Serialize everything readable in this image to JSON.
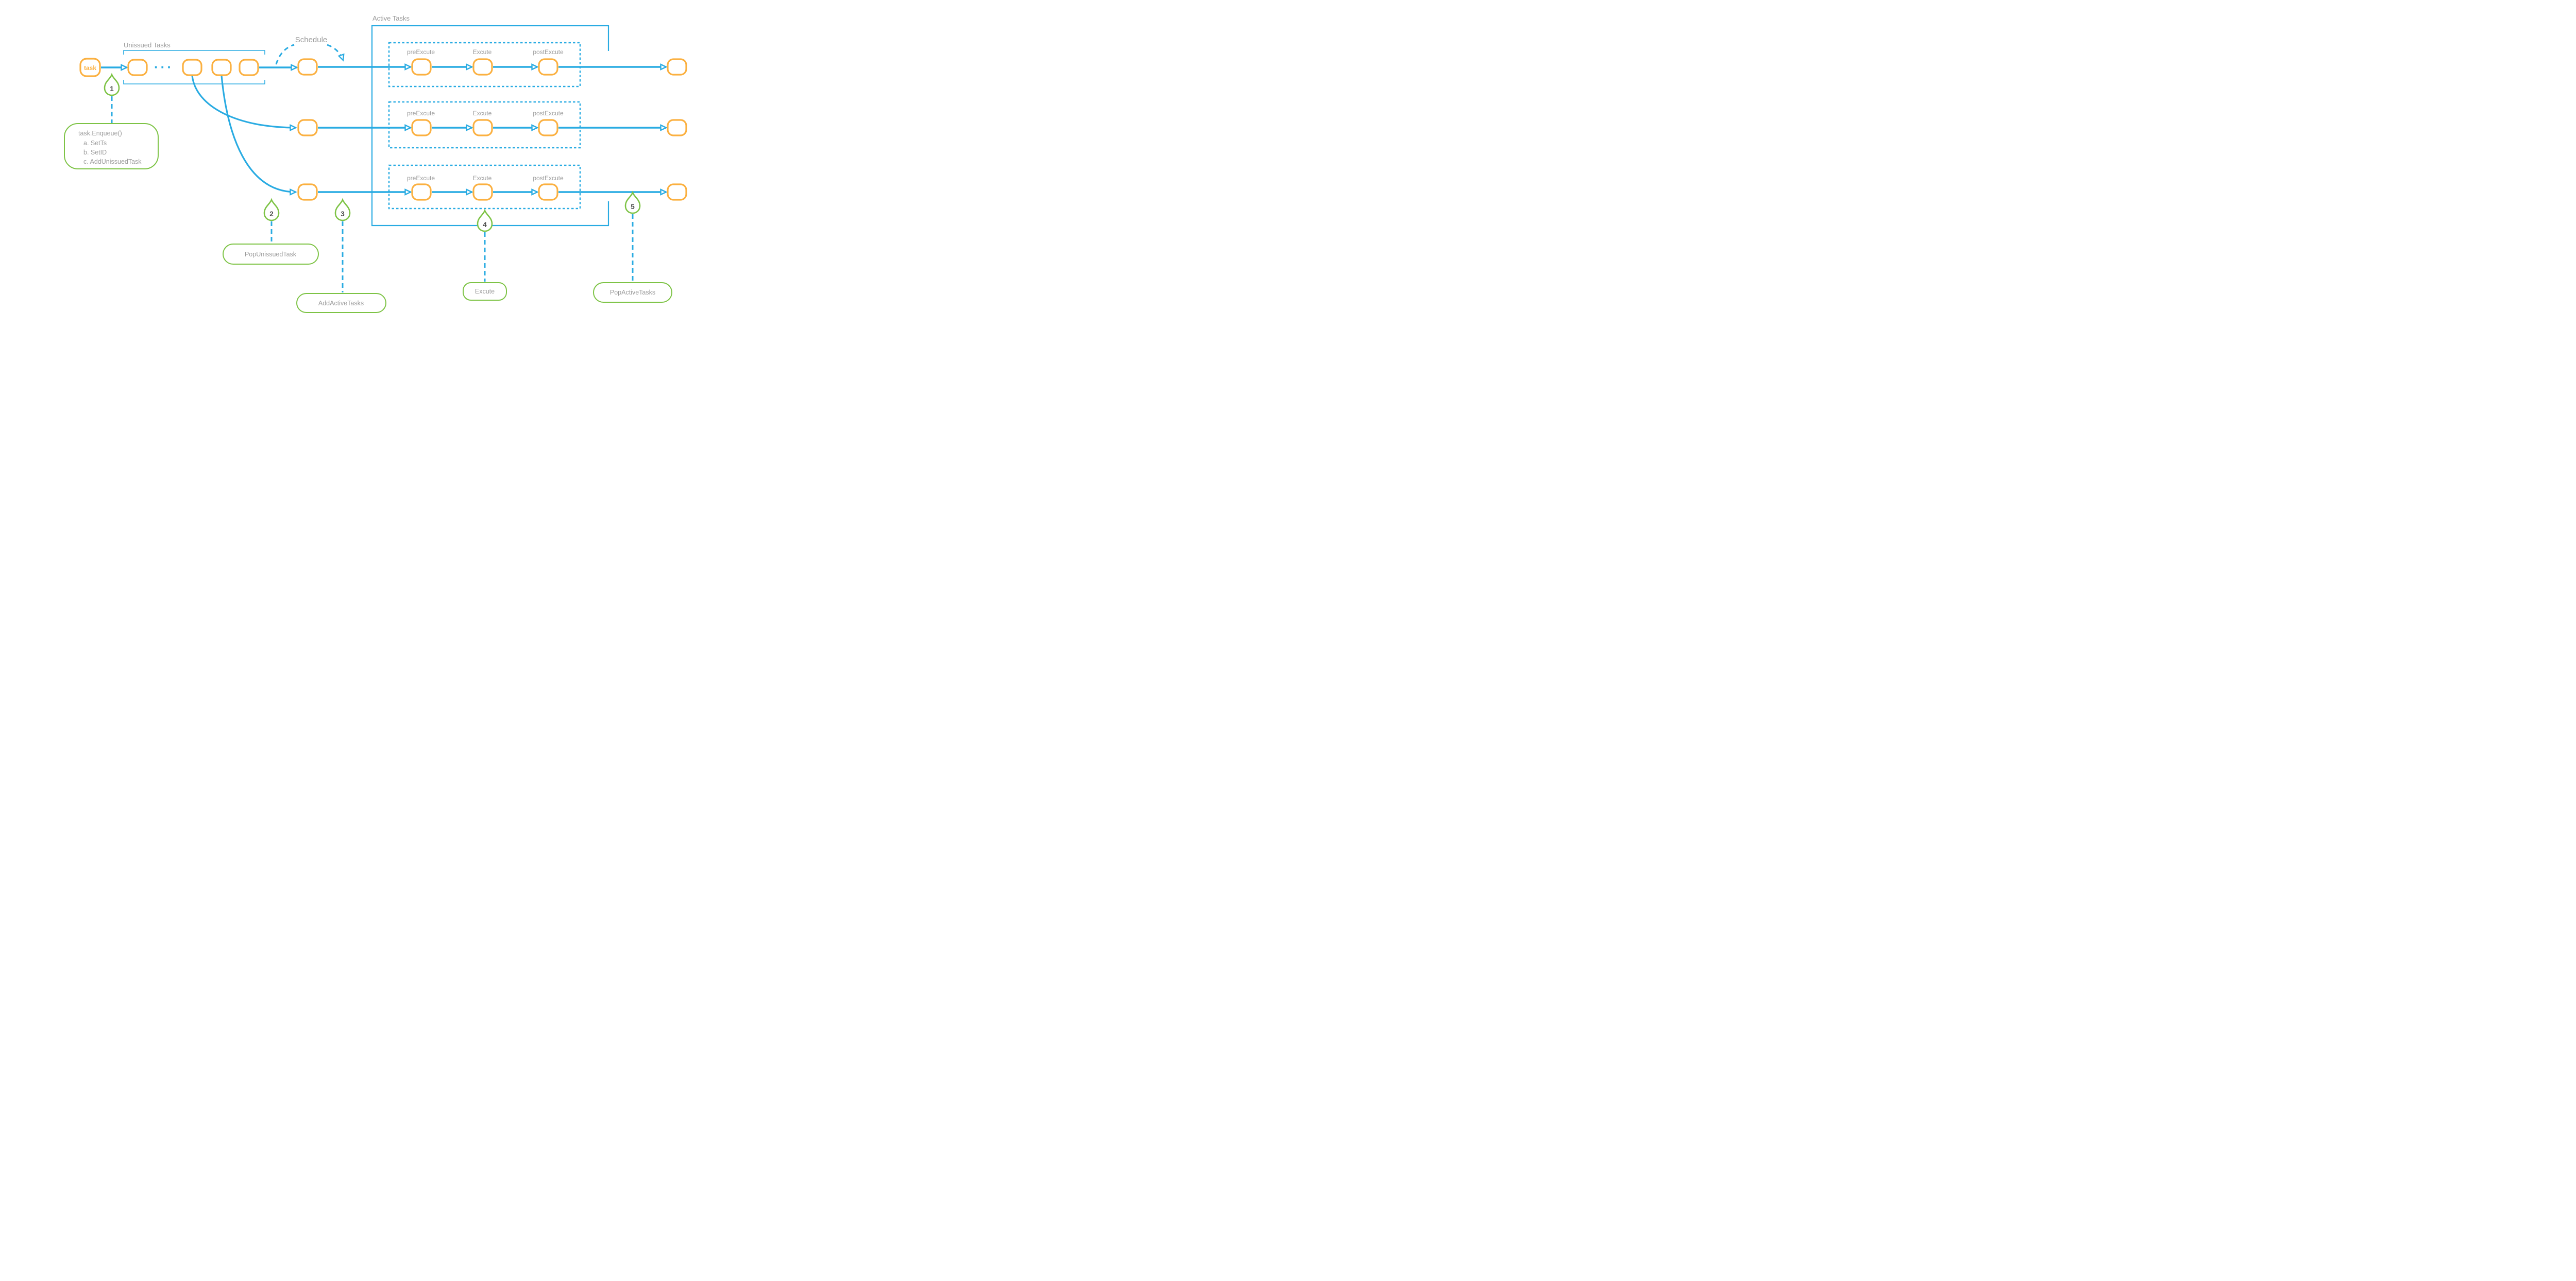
{
  "colors": {
    "blue": "#29ABE2",
    "orange": "#FBB040",
    "green": "#7DC345",
    "grayText": "#9B9B9B",
    "numberGray": "#4D4D4D"
  },
  "labels": {
    "unissued": "Unissued Tasks",
    "schedule": "Schedule",
    "active": "Active Tasks",
    "task": "task",
    "dots": "···"
  },
  "stages": {
    "pre": "preExcute",
    "exec": "Excute",
    "post": "postExcute"
  },
  "markers": {
    "m1": {
      "number": "1",
      "lines": [
        "task.Enqueue()",
        "a. SetTs",
        "b. SetID",
        "c. AddUnissuedTask"
      ]
    },
    "m2": {
      "number": "2",
      "label": "PopUnissuedTask"
    },
    "m3": {
      "number": "3",
      "label": "AddActiveTasks"
    },
    "m4": {
      "number": "4",
      "label": "Excute"
    },
    "m5": {
      "number": "5",
      "label": "PopActiveTasks"
    }
  }
}
